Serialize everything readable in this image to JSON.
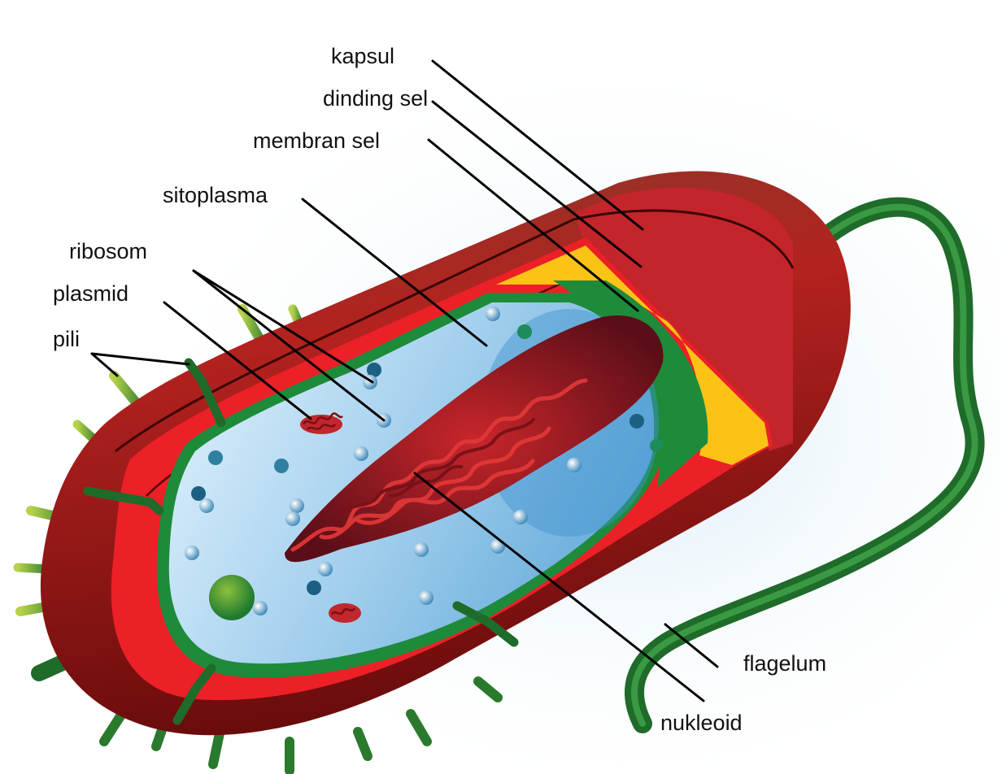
{
  "diagram": {
    "labels": {
      "kapsul": "kapsul",
      "dinding_sel": "dinding sel",
      "membran_sel": "membran sel",
      "sitoplasma": "sitoplasma",
      "ribosom": "ribosom",
      "plasmid": "plasmid",
      "pili": "pili",
      "flagelum": "flagelum",
      "nukleoid": "nukleoid"
    },
    "colors": {
      "capsule": "#b01c20",
      "capsule_dark": "#7a0e0e",
      "cell_wall_red": "#ec2027",
      "yellow_layer": "#fbc316",
      "membrane_green": "#1e8b3a",
      "cytoplasm_light": "#cfe7f7",
      "cytoplasm_mid": "#7fb9e0",
      "nucleoid": "#9b1b1b",
      "flagellum": "#1f6b2a",
      "pili": "#2a7a2e"
    }
  }
}
